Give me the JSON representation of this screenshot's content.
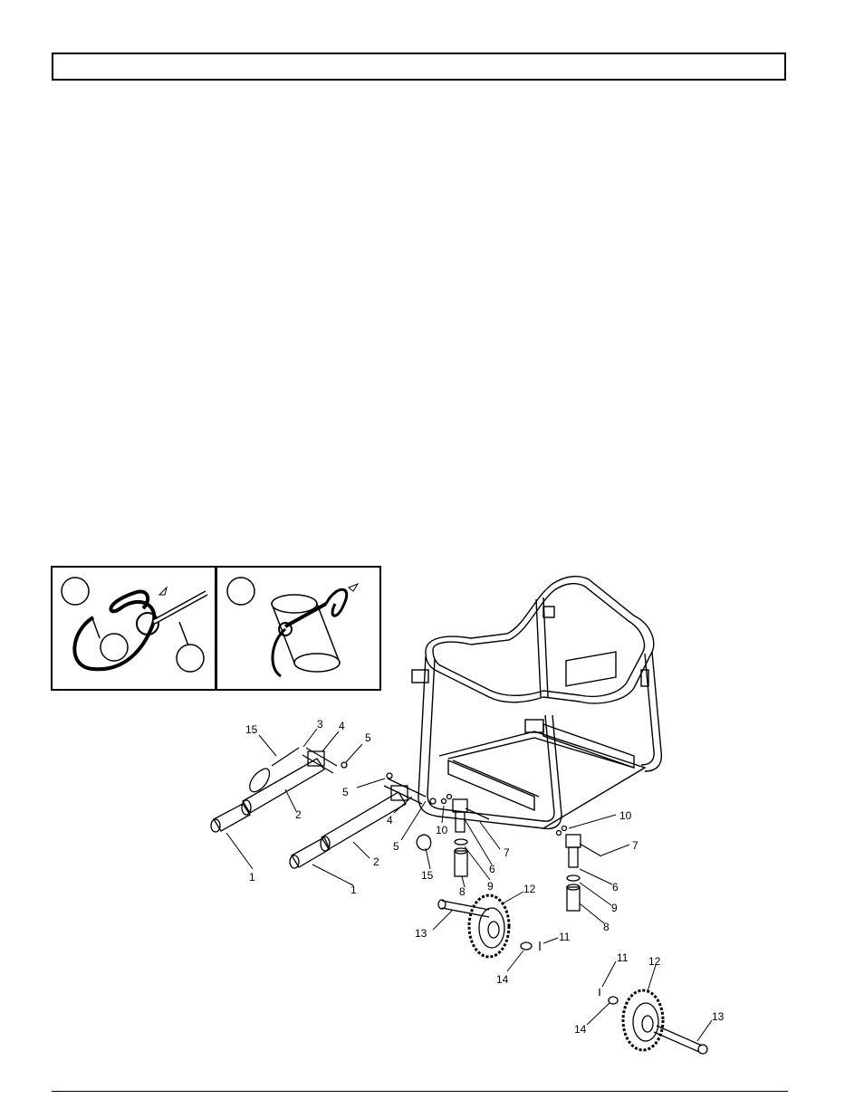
{
  "header": {
    "title": ""
  },
  "inset_a": {
    "circles": [
      "",
      "",
      ""
    ]
  },
  "inset_b": {
    "circles": [
      ""
    ]
  },
  "callouts": {
    "c15a": "15",
    "c3": "3",
    "c4a": "4",
    "c5a": "5",
    "c5b": "5",
    "c2a": "2",
    "c1a": "1",
    "c4b": "4",
    "c5c": "5",
    "c10a": "10",
    "c7a": "7",
    "c6a": "6",
    "c2b": "2",
    "c15b": "15",
    "c9a": "9",
    "c8a": "8",
    "c1b": "1",
    "c12a": "12",
    "c13a": "13",
    "c11a": "11",
    "c14a": "14",
    "c10b": "10",
    "c7b": "7",
    "c6b": "6",
    "c9b": "9",
    "c8b": "8",
    "c11b": "11",
    "c12b": "12",
    "c14b": "14",
    "c13b": "13"
  },
  "colors": {
    "ink": "#000000",
    "paper": "#ffffff"
  }
}
